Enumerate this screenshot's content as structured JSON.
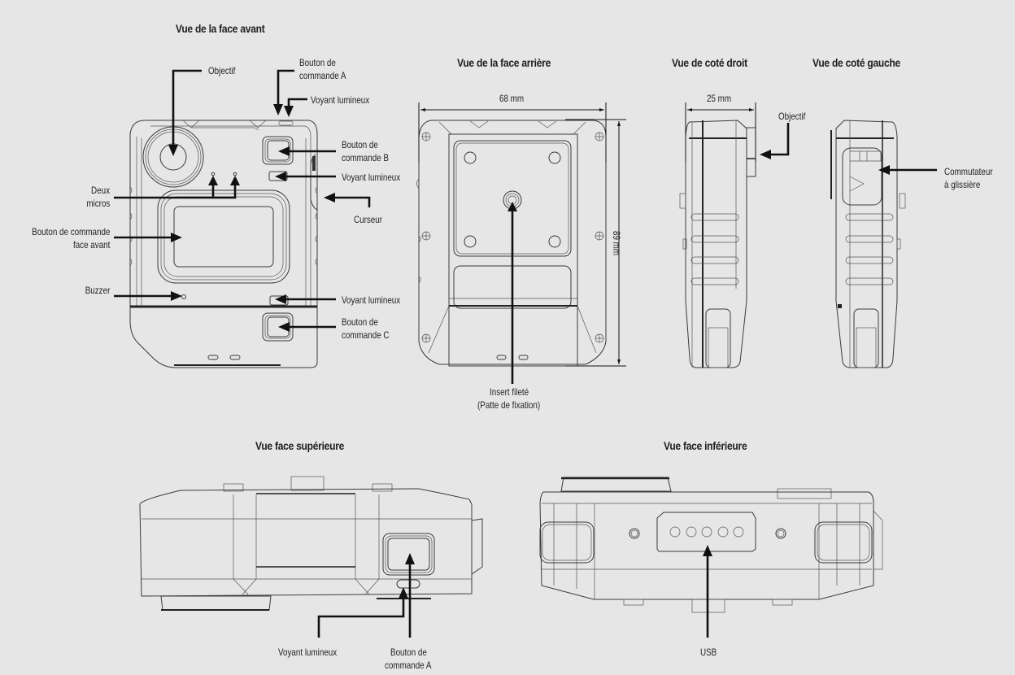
{
  "views": {
    "front": {
      "title": "Vue de la face avant",
      "labels": {
        "objectif": "Objectif",
        "bouton_a_1": "Bouton de",
        "bouton_a_2": "commande A",
        "voyant_top": "Voyant lumineux",
        "bouton_b_1": "Bouton de",
        "bouton_b_2": "commande B",
        "voyant_mid": "Voyant lumineux",
        "micros_1": "Deux",
        "micros_2": "micros",
        "curseur": "Curseur",
        "front_btn_1": "Bouton de commande",
        "front_btn_2": "face avant",
        "buzzer": "Buzzer",
        "voyant_low": "Voyant lumineux",
        "bouton_c_1": "Bouton de",
        "bouton_c_2": "commande C"
      }
    },
    "rear": {
      "title": "Vue de la face arrière",
      "width_dim": "68 mm",
      "height_dim": "89 mm",
      "insert_1": "Insert fileté",
      "insert_2": "(Patte de fixation)"
    },
    "right": {
      "title": "Vue de coté droit",
      "depth_dim": "25 mm",
      "objectif": "Objectif"
    },
    "left": {
      "title": "Vue de coté gauche",
      "switch_1": "Commutateur",
      "switch_2": "à glissière"
    },
    "top": {
      "title": "Vue face supérieure",
      "voyant": "Voyant lumineux",
      "bouton_a_1": "Bouton de",
      "bouton_a_2": "commande A"
    },
    "bottom": {
      "title": "Vue face inférieure",
      "usb": "USB"
    }
  },
  "colors": {
    "background": "#e6e6e6",
    "line": "#3a3a3a",
    "leader": "#111111"
  }
}
